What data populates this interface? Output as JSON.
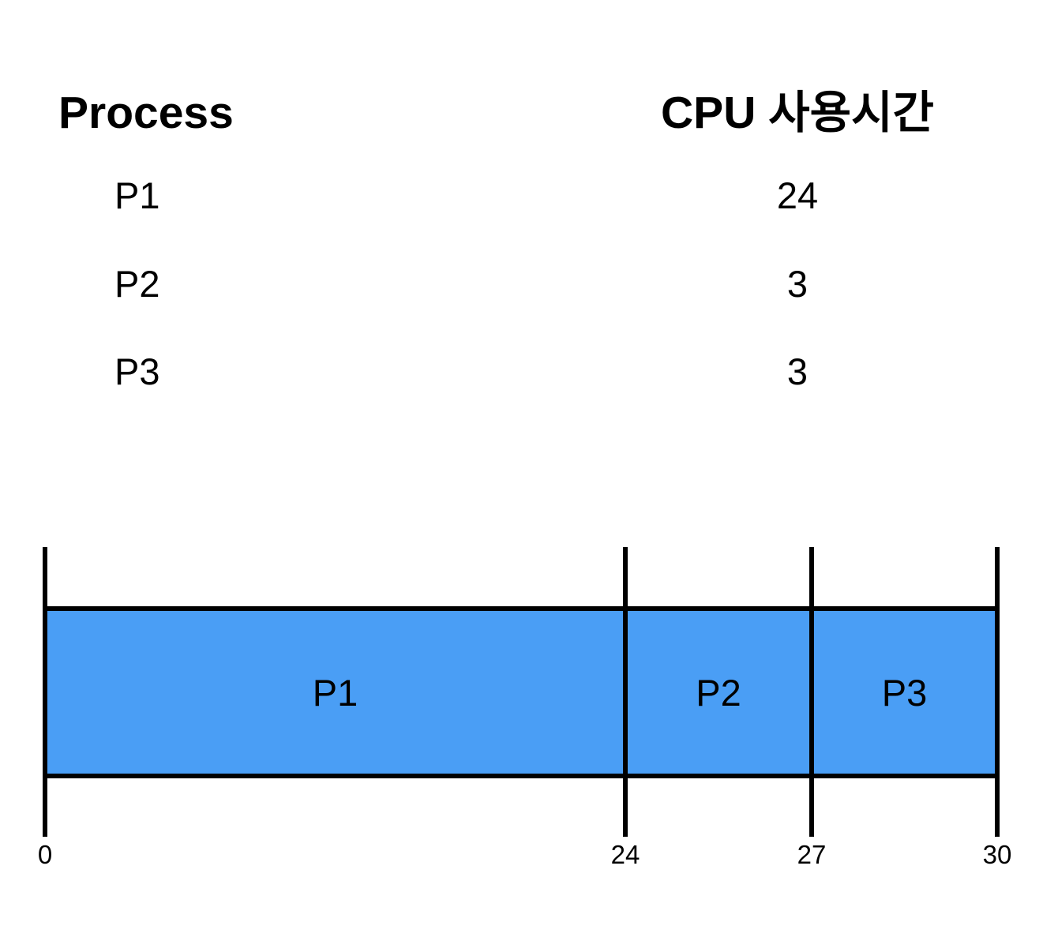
{
  "table": {
    "headers": [
      {
        "label": "Process"
      },
      {
        "label": "CPU 사용시간"
      }
    ],
    "rows": [
      {
        "process": "P1",
        "cpu_time": "24"
      },
      {
        "process": "P2",
        "cpu_time": "3"
      },
      {
        "process": "P3",
        "cpu_time": "3"
      }
    ]
  },
  "gantt": {
    "segments": [
      {
        "label": "P1",
        "start": 0,
        "end": 24
      },
      {
        "label": "P2",
        "start": 24,
        "end": 27
      },
      {
        "label": "P3",
        "start": 27,
        "end": 30
      }
    ],
    "ticks": [
      "0",
      "24",
      "27",
      "30"
    ],
    "colors": {
      "bar_fill": "#4A9EF5",
      "line": "#000000",
      "text": "#000000",
      "background": "#FFFFFF"
    }
  }
}
